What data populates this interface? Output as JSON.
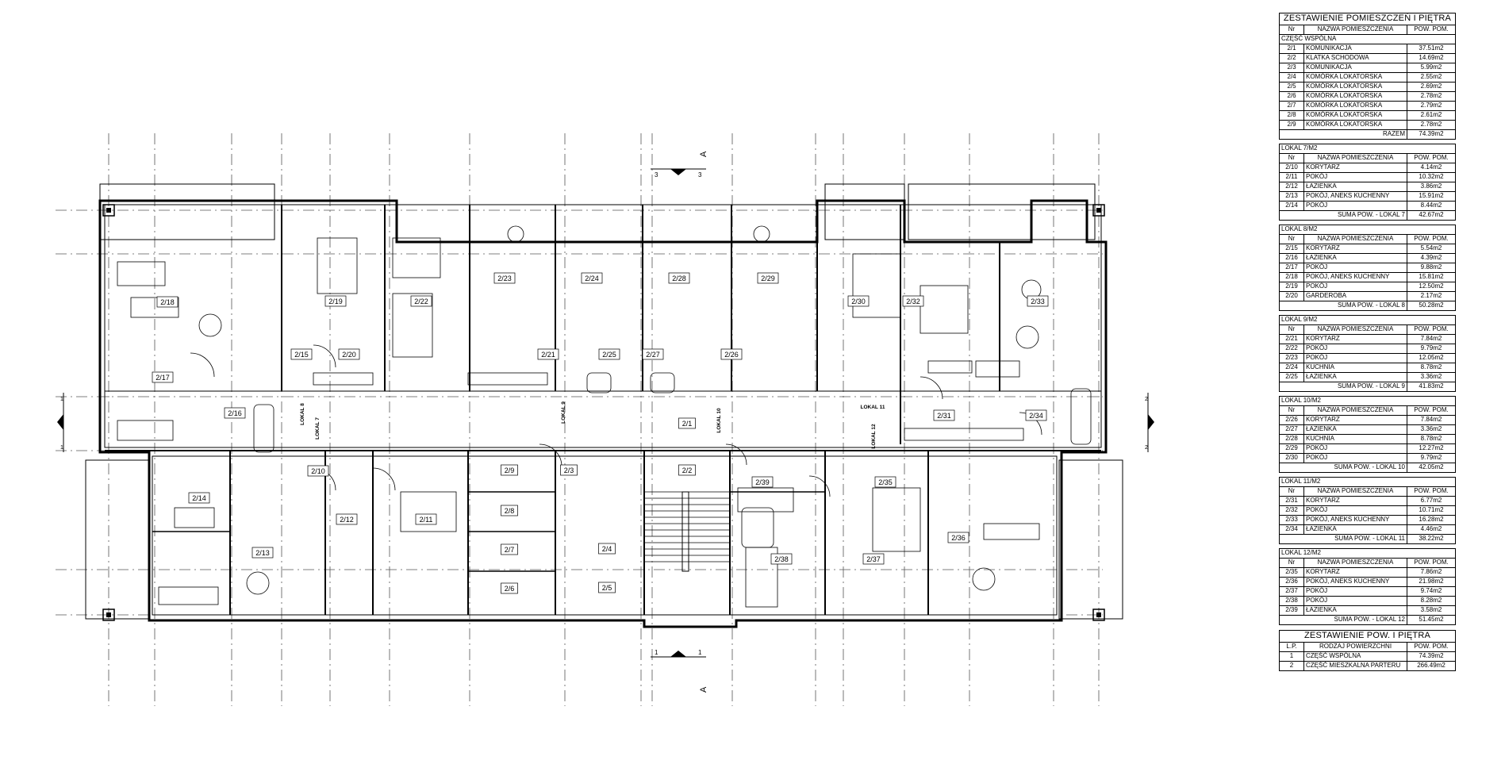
{
  "plan": {
    "section_marks": [
      {
        "num_left": "3",
        "num_right": "3",
        "letter": "A"
      },
      {
        "num_left": "1",
        "num_right": "1",
        "letter": "A"
      }
    ],
    "side_marks": [
      {
        "top": "1",
        "bottom": "1"
      },
      {
        "top": "2",
        "bottom": "2"
      }
    ],
    "room_labels": [
      "2/1",
      "2/2",
      "2/3",
      "2/4",
      "2/5",
      "2/6",
      "2/7",
      "2/8",
      "2/9",
      "2/10",
      "2/11",
      "2/12",
      "2/13",
      "2/14",
      "2/15",
      "2/16",
      "2/17",
      "2/18",
      "2/19",
      "2/20",
      "2/21",
      "2/22",
      "2/23",
      "2/24",
      "2/25",
      "2/26",
      "2/27",
      "2/28",
      "2/29",
      "2/30",
      "2/31",
      "2/32",
      "2/33",
      "2/34",
      "2/35",
      "2/36",
      "2/37",
      "2/38",
      "2/39"
    ],
    "unit_labels": [
      "LOKAL 8",
      "LOKAL 7",
      "LOKAL 9",
      "LOKAL 10",
      "LOKAL 11",
      "LOKAL 12"
    ]
  },
  "schedule": {
    "title": "ZESTAWIENIE POMIESZCZEŃ I PIĘTRA",
    "headers": {
      "nr": "Nr",
      "name": "NAZWA POMIESZCZENIA",
      "area": "POW. POM."
    },
    "common": {
      "caption": "CZĘŚĆ WSPÓLNA",
      "rows": [
        {
          "nr": "2/1",
          "name": "KOMUNIKACJA",
          "area": "37.51m2"
        },
        {
          "nr": "2/2",
          "name": "KLATKA SCHODOWA",
          "area": "14.69m2"
        },
        {
          "nr": "2/3",
          "name": "KOMUNIKACJA",
          "area": "5.99m2"
        },
        {
          "nr": "2/4",
          "name": "KOMÓRKA LOKATORSKA",
          "area": "2.55m2"
        },
        {
          "nr": "2/5",
          "name": "KOMÓRKA LOKATORSKA",
          "area": "2.69m2"
        },
        {
          "nr": "2/6",
          "name": "KOMÓRKA LOKATORSKA",
          "area": "2.78m2"
        },
        {
          "nr": "2/7",
          "name": "KOMÓRKA LOKATORSKA",
          "area": "2.79m2"
        },
        {
          "nr": "2/8",
          "name": "KOMÓRKA LOKATORSKA",
          "area": "2.61m2"
        },
        {
          "nr": "2/9",
          "name": "KOMÓRKA LOKATORSKA",
          "area": "2.78m2"
        }
      ],
      "total_label": "RAZEM",
      "total_value": "74.39m2"
    },
    "units": [
      {
        "caption": "LOKAL 7/M2",
        "rows": [
          {
            "nr": "2/10",
            "name": "KORYTARZ",
            "area": "4.14m2"
          },
          {
            "nr": "2/11",
            "name": "POKÓJ",
            "area": "10.32m2"
          },
          {
            "nr": "2/12",
            "name": "ŁAZIENKA",
            "area": "3.86m2"
          },
          {
            "nr": "2/13",
            "name": "POKÓJ, ANEKS KUCHENNY",
            "area": "15.91m2"
          },
          {
            "nr": "2/14",
            "name": "POKÓJ",
            "area": "8.44m2"
          }
        ],
        "sum_label": "SUMA POW. - LOKAL 7",
        "sum_value": "42.67m2"
      },
      {
        "caption": "LOKAL 8/M2",
        "rows": [
          {
            "nr": "2/15",
            "name": "KORYTARZ",
            "area": "5.54m2"
          },
          {
            "nr": "2/16",
            "name": "ŁAZIENKA",
            "area": "4.39m2"
          },
          {
            "nr": "2/17",
            "name": "POKÓJ",
            "area": "9.88m2"
          },
          {
            "nr": "2/18",
            "name": "POKÓJ, ANEKS KUCHENNY",
            "area": "15.81m2"
          },
          {
            "nr": "2/19",
            "name": "POKÓJ",
            "area": "12.50m2"
          },
          {
            "nr": "2/20",
            "name": "GARDEROBA",
            "area": "2.17m2"
          }
        ],
        "sum_label": "SUMA POW. - LOKAL 8",
        "sum_value": "50.28m2"
      },
      {
        "caption": "LOKAL 9/M2",
        "rows": [
          {
            "nr": "2/21",
            "name": "KORYTARZ",
            "area": "7.84m2"
          },
          {
            "nr": "2/22",
            "name": "POKÓJ",
            "area": "9.79m2"
          },
          {
            "nr": "2/23",
            "name": "POKÓJ",
            "area": "12.05m2"
          },
          {
            "nr": "2/24",
            "name": "KUCHNIA",
            "area": "8.78m2"
          },
          {
            "nr": "2/25",
            "name": "ŁAZIENKA",
            "area": "3.36m2"
          }
        ],
        "sum_label": "SUMA POW. - LOKAL 9",
        "sum_value": "41.83m2"
      },
      {
        "caption": "LOKAL 10/M2",
        "rows": [
          {
            "nr": "2/26",
            "name": "KORYTARZ",
            "area": "7.84m2"
          },
          {
            "nr": "2/27",
            "name": "ŁAZIENKA",
            "area": "3.36m2"
          },
          {
            "nr": "2/28",
            "name": "KUCHNIA",
            "area": "8.78m2"
          },
          {
            "nr": "2/29",
            "name": "POKÓJ",
            "area": "12.27m2"
          },
          {
            "nr": "2/30",
            "name": "POKÓJ",
            "area": "9.79m2"
          }
        ],
        "sum_label": "SUMA POW. - LOKAL 10",
        "sum_value": "42.05m2"
      },
      {
        "caption": "LOKAL 11/M2",
        "rows": [
          {
            "nr": "2/31",
            "name": "KORYTARZ",
            "area": "6.77m2"
          },
          {
            "nr": "2/32",
            "name": "POKÓJ",
            "area": "10.71m2"
          },
          {
            "nr": "2/33",
            "name": "POKÓJ, ANEKS KUCHENNY",
            "area": "16.28m2"
          },
          {
            "nr": "2/34",
            "name": "ŁAZIENKA",
            "area": "4.46m2"
          }
        ],
        "sum_label": "SUMA POW. - LOKAL 11",
        "sum_value": "38.22m2"
      },
      {
        "caption": "LOKAL 12/M2",
        "rows": [
          {
            "nr": "2/35",
            "name": "KORYTARZ",
            "area": "7.86m2"
          },
          {
            "nr": "2/36",
            "name": "POKÓJ, ANEKS KUCHENNY",
            "area": "21.98m2"
          },
          {
            "nr": "2/37",
            "name": "POKÓJ",
            "area": "9.74m2"
          },
          {
            "nr": "2/38",
            "name": "POKÓJ",
            "area": "8.28m2"
          },
          {
            "nr": "2/39",
            "name": "ŁAZIENKA",
            "area": "3.58m2"
          }
        ],
        "sum_label": "SUMA POW. - LOKAL 12",
        "sum_value": "51.45m2"
      }
    ]
  },
  "summary": {
    "title": "ZESTAWIENIE POW. I PIĘTRA",
    "headers": {
      "lp": "L.P.",
      "type": "RODZAJ POWIERZCHNI",
      "area": "POW. POM."
    },
    "rows": [
      {
        "lp": "1",
        "type": "CZĘŚĆ WSPÓLNA",
        "area": "74.39m2"
      },
      {
        "lp": "2",
        "type": "CZĘŚĆ MIESZKALNA PARTERU",
        "area": "266.49m2"
      }
    ]
  }
}
